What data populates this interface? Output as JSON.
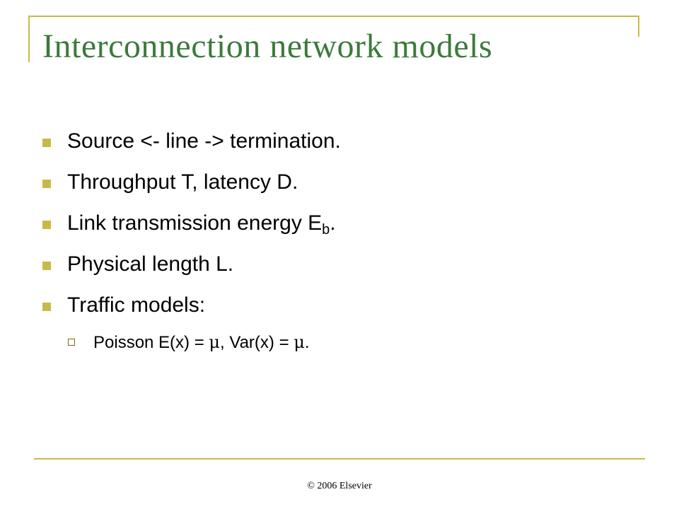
{
  "slide": {
    "title": "Interconnection network models",
    "bullets": [
      {
        "text": "Source <- line -> termination."
      },
      {
        "text": "Throughput T, latency D."
      },
      {
        "text_before": "Link transmission energy E",
        "subscript": "b",
        "text_after": "."
      },
      {
        "text": "Physical length L."
      },
      {
        "text": "Traffic models:"
      }
    ],
    "sub_bullets": [
      {
        "part1": "Poisson E(x) = ",
        "mu1": "μ",
        "part2": ", Var(x) = ",
        "mu2": "μ",
        "part3": "."
      }
    ],
    "footer": "© 2006 Elsevier"
  },
  "colors": {
    "title": "#3c7a3c",
    "accent": "#c9b94a",
    "text": "#000000",
    "background": "#ffffff"
  }
}
